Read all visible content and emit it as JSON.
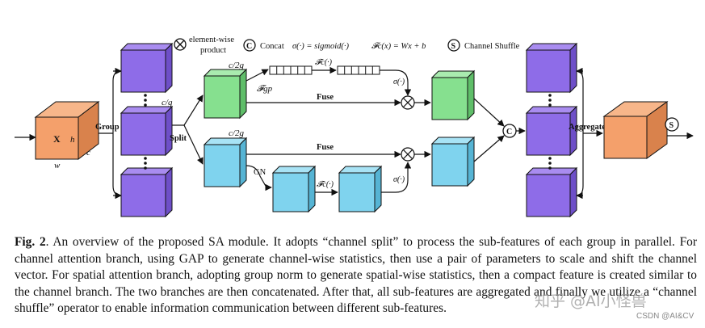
{
  "legend": {
    "product_label_line1": "element-wise",
    "product_label_line2": "product",
    "concat_symbol": "C",
    "concat_label": "Concat",
    "sigmoid_def": "σ(·) = sigmoid(·)",
    "fc_def": "𝓕c(x) = Wx + b",
    "shuffle_symbol": "S",
    "shuffle_label": "Channel Shuffle"
  },
  "input": {
    "x": "X",
    "h": "h",
    "c": "c",
    "w": "w"
  },
  "labels": {
    "group": "Group",
    "split": "Split",
    "c_over_g": "c/g",
    "c_over_2g_top": "c/2g",
    "c_over_2g_bottom": "c/2g",
    "fgp": "𝓕gp",
    "fc_top": "𝓕c(·)",
    "fc_bottom": "𝓕c(·)",
    "sigma_top": "σ(·)",
    "sigma_bottom": "σ(·)",
    "fuse_top": "Fuse",
    "fuse_bottom": "Fuse",
    "gn": "GN",
    "aggregate": "Aggregate",
    "concat_node": "C",
    "shuffle_node": "S"
  },
  "colors": {
    "input_cube": "#F4A06B",
    "group_cube": "#8E6CE8",
    "channel_cube": "#86E08F",
    "spatial_cube": "#7FD3EE"
  },
  "caption": {
    "fig_label": "Fig. 2",
    "text": ". An overview of the proposed SA module. It adopts “channel split” to process the sub-features of each group in parallel. For channel attention branch, using GAP to generate channel-wise statistics, then use a pair of parameters to scale and shift the channel vector. For spatial attention branch, adopting group norm to generate spatial-wise statistics, then a compact feature is created similar to the channel branch. The two branches are then concatenated. After that, all sub-features are aggregated and finally we utilize a “channel shuffle” operator to enable information communication between different sub-features."
  },
  "watermarks": {
    "zhihu": "知乎 @AI小怪兽",
    "csdn": "CSDN @AI&CV"
  }
}
